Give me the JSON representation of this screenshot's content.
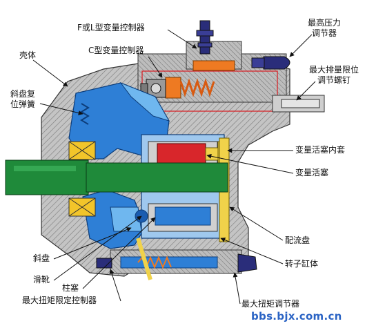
{
  "labels": {
    "f_l_controller": "F或L型变量控制器",
    "c_controller": "C型变量控制器",
    "housing": "壳体",
    "swashplate_spring": "斜盘复\n位弹簧",
    "max_pressure_regulator": "最高压力\n调节器",
    "max_displacement_screw": "最大排量限位\n调节螺钉",
    "piston_sleeve": "变量活塞内套",
    "variable_piston": "变量活塞",
    "valve_plate": "配流盘",
    "rotor_cylinder": "转子缸体",
    "swashplate": "斜盘",
    "slipper": "滑靴",
    "plunger": "柱塞",
    "max_torque_limit_controller": "最大扭矩限定控制器",
    "max_torque_regulator": "最大扭矩调节器"
  },
  "watermark": "bbs.bjx.com.cn",
  "colors": {
    "housing": "#b8b8b8",
    "hatch": "#7a7a7a",
    "shaft": "#1f8a3a",
    "blue_parts": "#2e7fd6",
    "light_blue": "#6fb7ef",
    "bearing": "#f2c52a",
    "red_piston": "#d8262b",
    "orange_spring": "#ee7a22",
    "navy_bolt": "#2a2d7a",
    "yellow_parts": "#f0d24a"
  }
}
